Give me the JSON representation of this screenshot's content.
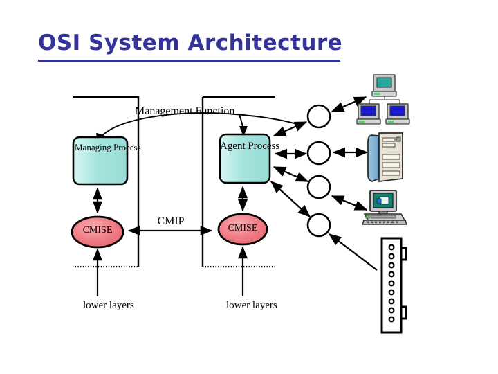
{
  "slide": {
    "title": "OSI System Architecture",
    "background_color": "#ffffff",
    "title_color": "#333399"
  },
  "diagram": {
    "type": "osi-management-architecture",
    "colors": {
      "process_box_fill": "#a8e6e0",
      "process_box_fill_light": "#d8f7f4",
      "cmise_fill": "#ef7b85",
      "cmise_fill_light": "#f7a8ae",
      "line": "#000000",
      "circle_fill": "#ffffff"
    },
    "labels": {
      "management_function": "Management Function",
      "managing_process": "Managing Process",
      "agent_process": "Agent Process",
      "cmise_left": "CMISE",
      "cmise_right": "CMISE",
      "cmip": "CMIP",
      "lower_layers_left": "lower layers",
      "lower_layers_right": "lower layers"
    },
    "managed_objects": [
      {
        "name": "managed-object-1"
      },
      {
        "name": "managed-object-2"
      },
      {
        "name": "managed-object-3"
      },
      {
        "name": "managed-object-4"
      }
    ],
    "devices": [
      {
        "name": "network-workgroup-icon",
        "label": "network of computers"
      },
      {
        "name": "server-tower-icon",
        "label": "server tower"
      },
      {
        "name": "desktop-computer-icon",
        "label": "desktop computer"
      },
      {
        "name": "hub-rack-icon",
        "label": "hub / patch panel"
      }
    ]
  }
}
